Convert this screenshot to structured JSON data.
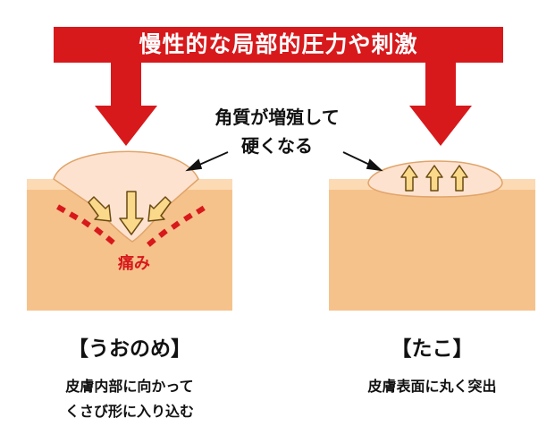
{
  "banner": {
    "title": "慢性的な局部的圧力や刺激",
    "color": "#d7191c"
  },
  "callout": {
    "line1": "角質が増殖して",
    "line2": "硬くなる"
  },
  "left_panel": {
    "pain_label": "痛み",
    "name": "【うおのめ】",
    "desc_line1": "皮膚内部に向かって",
    "desc_line2": "くさび形に入り込む"
  },
  "right_panel": {
    "name": "【たこ】",
    "desc_line1": "皮膚表面に丸く突出"
  },
  "colors": {
    "skin": "#f6c28b",
    "skin_top": "#fbdab4",
    "callus": "#fde2cf",
    "outline": "#e0a46a",
    "arrow_fill": "#fbd98a",
    "arrow_stroke": "#6a4a12",
    "pain_red": "#d7191c"
  },
  "icons": {
    "arrow": "arrow-icon",
    "pain_marks": "pain-dash-icon"
  }
}
